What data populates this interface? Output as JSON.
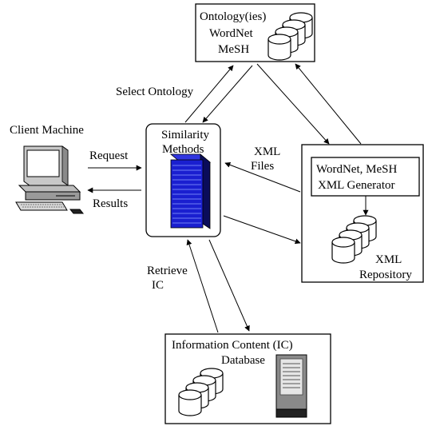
{
  "ontology_box": {
    "line1": "Ontology(ies)",
    "line2": "WordNet",
    "line3": "MeSH"
  },
  "similarity_box": {
    "line1": "Similarity",
    "line2": "Methods"
  },
  "client": {
    "label": "Client Machine"
  },
  "arrows": {
    "request": "Request",
    "results": "Results",
    "select_ontology": "Select Ontology",
    "xml_files_1": "XML",
    "xml_files_2": "Files",
    "retrieve_1": "Retrieve",
    "retrieve_2": "IC"
  },
  "generator_box": {
    "line1": "WordNet, MeSH",
    "line2": "XML Generator"
  },
  "repository": {
    "line1": "XML",
    "line2": "Repository"
  },
  "ic_box": {
    "line1": "Information Content (IC)",
    "line2": "Database"
  },
  "colors": {
    "server_blue": "#1a1fd0",
    "server_dark": "#0a0c5a",
    "ic_server": "#7a7a7a"
  }
}
